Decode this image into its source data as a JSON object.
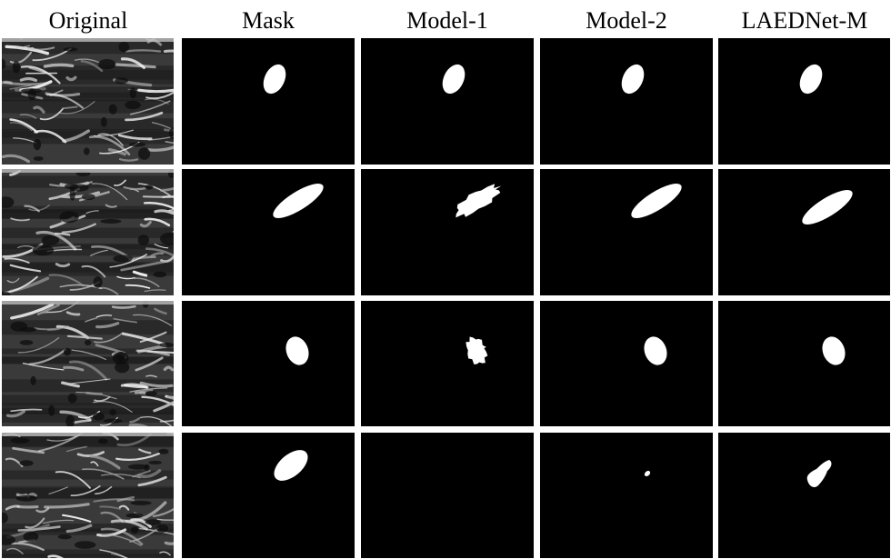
{
  "columns": [
    "Original",
    "Mask",
    "Model-1",
    "Model-2",
    "LAEDNet-M"
  ],
  "rows": [
    {
      "mask": "oval",
      "model1": "oval",
      "model2": "oval",
      "laed": "oval"
    },
    {
      "mask": "elongated",
      "model1": "ragged",
      "model2": "elongated",
      "laed": "elongated"
    },
    {
      "mask": "oval",
      "model1": "ragged",
      "model2": "oval",
      "laed": "oval"
    },
    {
      "mask": "elongated",
      "model1": "empty",
      "model2": "speck",
      "laed": "irregular"
    }
  ],
  "colors": {
    "background": "#ffffff",
    "panel": "#000000",
    "segment": "#ffffff"
  }
}
